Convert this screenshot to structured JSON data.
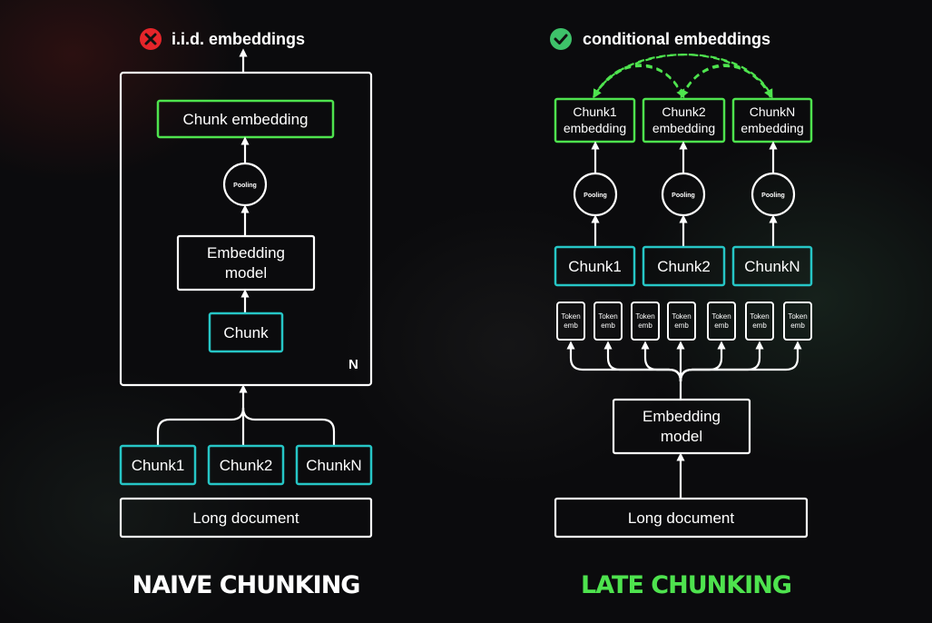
{
  "colors": {
    "background": "#0b0b0d",
    "white": "#ffffff",
    "green": "#4ee34e",
    "teal": "#26c6c6",
    "red": "#e5252a",
    "check_green": "#3ec26a"
  },
  "naive": {
    "header": "i.i.d. embeddings",
    "header_icon": "x-icon",
    "chunk_embedding": "Chunk embedding",
    "pooling": "Pooling",
    "embedding_model": [
      "Embedding",
      "model"
    ],
    "chunk": "Chunk",
    "repeat_label": "N",
    "chunks": [
      "Chunk1",
      "Chunk2",
      "ChunkN"
    ],
    "document": "Long document",
    "footer": "NAIVE CHUNKING"
  },
  "late": {
    "header": "conditional embeddings",
    "header_icon": "check-icon",
    "chunk_embeddings": [
      [
        "Chunk1",
        "embedding"
      ],
      [
        "Chunk2",
        "embedding"
      ],
      [
        "ChunkN",
        "embedding"
      ]
    ],
    "pooling": "Pooling",
    "chunks": [
      "Chunk1",
      "Chunk2",
      "ChunkN"
    ],
    "tokens": [
      [
        "Token",
        "emb"
      ],
      [
        "Token",
        "emb"
      ],
      [
        "Token",
        "emb"
      ],
      [
        "Token",
        "emb"
      ],
      [
        "Token",
        "emb"
      ],
      [
        "Token",
        "emb"
      ],
      [
        "Token",
        "emb"
      ]
    ],
    "embedding_model": [
      "Embedding",
      "model"
    ],
    "document": "Long document",
    "footer": "LATE CHUNKING"
  }
}
